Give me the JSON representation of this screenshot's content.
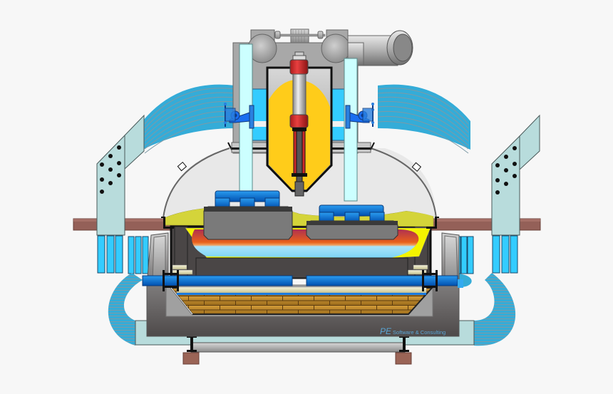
{
  "diagram": {
    "title": "Electric arc / ladle furnace cross-section",
    "credit": {
      "brand": "PE",
      "text": "Software & Consulting"
    },
    "colors": {
      "background": "#f7f7f7",
      "steel_gray": "#a8a8a8",
      "dark_gray": "#4a4646",
      "cooling_water": "#33ccff",
      "cable_blue": "#3aa6d6",
      "cable_bus": "#b8dcdc",
      "electrode_red": "#cc2a2a",
      "electrode_holder_yellow": "#ffcc1a",
      "slag_yellow": "#d4d43a",
      "melt_blue": "#88d8f8",
      "melt_orange": "#e8601a",
      "refractory_brick": "#c08a28",
      "electrode_arm_blue": "#0a6ed8",
      "support_beam_brown": "#946058",
      "foundation_brown": "#9a6456",
      "credit_text": "#5aa6d6"
    },
    "components": [
      "top-gear-assembly",
      "exhaust-pipe",
      "electrode-column",
      "electrode-holder",
      "electrode-mast-left",
      "electrode-mast-right",
      "clamp-left",
      "clamp-right",
      "furnace-roof-dome",
      "current-conductor-arm-left",
      "current-conductor-arm-right",
      "slag-layer",
      "molten-metal-bath",
      "furnace-shell",
      "tilting-beam",
      "refractory-hearth",
      "power-cable-bundle-left",
      "power-cable-bundle-right",
      "busbar-left",
      "busbar-right",
      "water-cooling-panels",
      "base-frame",
      "support-pillars"
    ]
  }
}
